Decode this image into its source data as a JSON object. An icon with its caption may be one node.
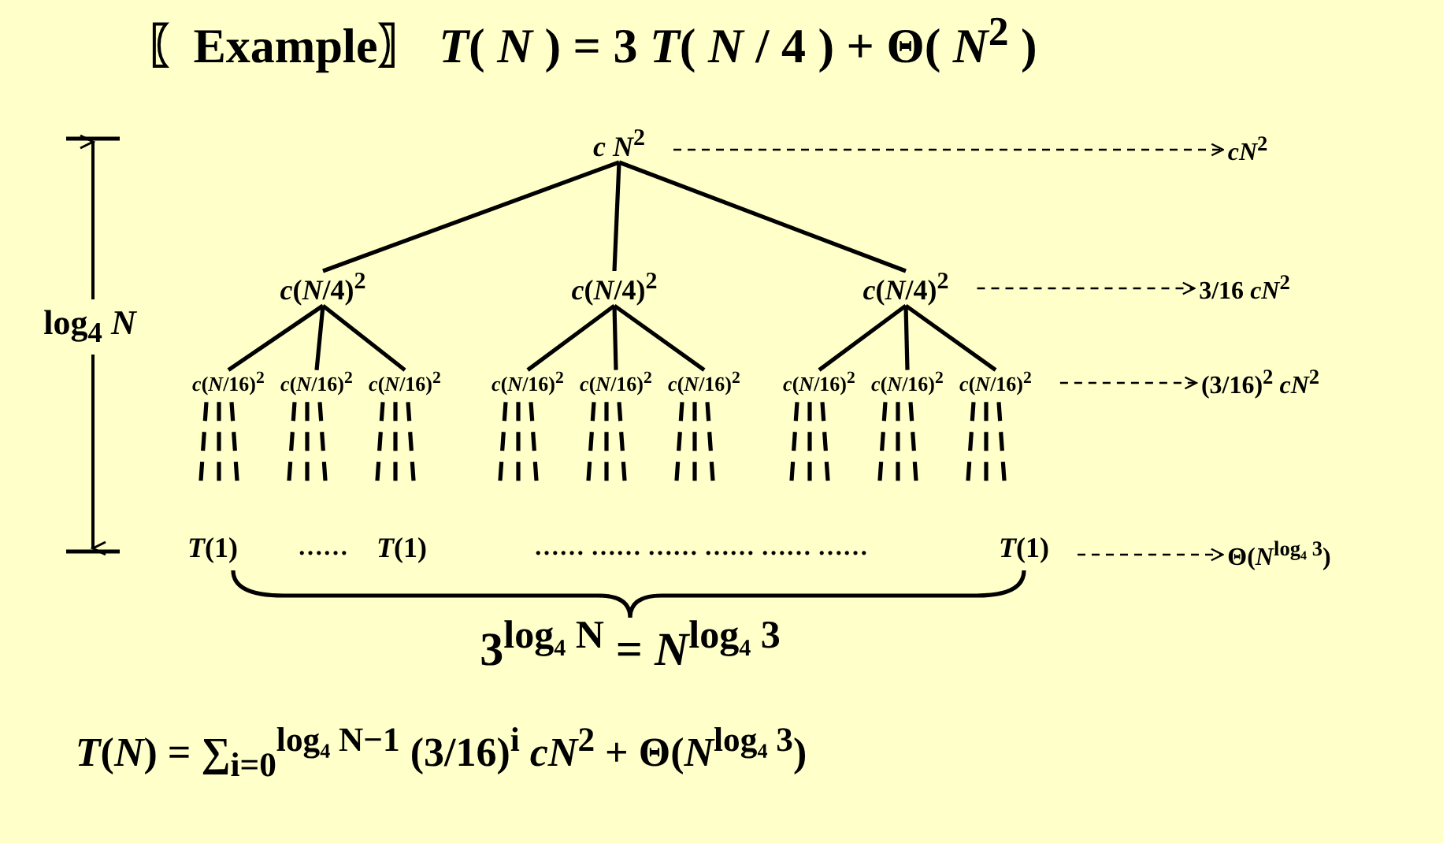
{
  "diagram": {
    "title": "〖Example〗 *T*( *N* ) = 3 *T*( *N* / 4 ) + Θ( *N*$^{2}$ )",
    "nodes": [
      {
        "text": [
          "*c N*$^{2}$"
        ]
      },
      {
        "text": [
          "*c*(*N*/4)$^{2}$"
        ]
      },
      {
        "text": [
          "*c*(*N*/4)$^{2}$"
        ]
      },
      {
        "text": [
          "*c*(*N*/4)$^{2}$"
        ]
      },
      {
        "text": [
          "*c*(*N*/16)$^{2}$"
        ]
      },
      {
        "text": [
          "*c*(*N*/16)$^{2}$"
        ]
      },
      {
        "text": [
          "*c*(*N*/16)$^{2}$"
        ]
      },
      {
        "text": [
          "*c*(*N*/16)$^{2}$"
        ]
      },
      {
        "text": [
          "*c*(*N*/16)$^{2}$"
        ]
      },
      {
        "text": [
          "*c*(*N*/16)$^{2}$"
        ]
      },
      {
        "text": [
          "*c*(*N*/16)$^{2}$"
        ]
      },
      {
        "text": [
          "*c*(*N*/16)$^{2}$"
        ]
      },
      {
        "text": [
          "*c*(*N*/16)$^{2}$"
        ]
      },
      {
        "text": [
          "*T*(1)"
        ]
      },
      {
        "text": [
          "*T*(1)"
        ]
      },
      {
        "text": [
          "*T*(1)"
        ]
      },
      {
        "text": [
          "*cN*$^{2}$"
        ]
      },
      {
        "text": [
          "3/16 *cN*$^{2}$"
        ]
      },
      {
        "text": [
          "(3/16)$^{2}$ *cN*$^{2}$"
        ]
      },
      {
        "text": [
          "Θ(*N*$^{log₄ 3}$)"
        ]
      }
    ],
    "edges": [
      {
        "from": 0,
        "to": 1,
        "arrow": "none"
      },
      {
        "from": 0,
        "to": 2,
        "arrow": "none"
      },
      {
        "from": 0,
        "to": 3,
        "arrow": "none"
      },
      {
        "from": 1,
        "to": 4,
        "arrow": "none"
      },
      {
        "from": 1,
        "to": 5,
        "arrow": "none"
      },
      {
        "from": 1,
        "to": 6,
        "arrow": "none"
      },
      {
        "from": 2,
        "to": 7,
        "arrow": "none"
      },
      {
        "from": 2,
        "to": 8,
        "arrow": "none"
      },
      {
        "from": 2,
        "to": 9,
        "arrow": "none"
      },
      {
        "from": 3,
        "to": 10,
        "arrow": "none"
      },
      {
        "from": 3,
        "to": 11,
        "arrow": "none"
      },
      {
        "from": 3,
        "to": 12,
        "arrow": "none"
      },
      {
        "from": 0,
        "to": 16,
        "arrow": "to",
        "style": "dashed"
      },
      {
        "from": 3,
        "to": 17,
        "arrow": "to",
        "style": "dashed"
      },
      {
        "from": 12,
        "to": 18,
        "arrow": "to",
        "style": "dashed"
      },
      {
        "from": 15,
        "to": 19,
        "arrow": "to",
        "style": "dashed"
      },
      {
        "from": 4,
        "to": null,
        "arrow": "none",
        "style": "dashed"
      },
      {
        "from": 4,
        "to": null,
        "arrow": "none",
        "style": "dashed"
      },
      {
        "from": 4,
        "to": null,
        "arrow": "none",
        "style": "dashed"
      },
      {
        "from": 5,
        "to": null,
        "arrow": "none",
        "style": "dashed"
      },
      {
        "from": 5,
        "to": null,
        "arrow": "none",
        "style": "dashed"
      },
      {
        "from": 5,
        "to": null,
        "arrow": "none",
        "style": "dashed"
      },
      {
        "from": 6,
        "to": null,
        "arrow": "none",
        "style": "dashed"
      },
      {
        "from": 6,
        "to": null,
        "arrow": "none",
        "style": "dashed"
      },
      {
        "from": 6,
        "to": null,
        "arrow": "none",
        "style": "dashed"
      },
      {
        "from": 7,
        "to": null,
        "arrow": "none",
        "style": "dashed"
      },
      {
        "from": 7,
        "to": null,
        "arrow": "none",
        "style": "dashed"
      },
      {
        "from": 7,
        "to": null,
        "arrow": "none",
        "style": "dashed"
      },
      {
        "from": 8,
        "to": null,
        "arrow": "none",
        "style": "dashed"
      },
      {
        "from": 8,
        "to": null,
        "arrow": "none",
        "style": "dashed"
      },
      {
        "from": 8,
        "to": null,
        "arrow": "none",
        "style": "dashed"
      },
      {
        "from": 9,
        "to": null,
        "arrow": "none",
        "style": "dashed"
      },
      {
        "from": 9,
        "to": null,
        "arrow": "none",
        "style": "dashed"
      },
      {
        "from": 9,
        "to": null,
        "arrow": "none",
        "style": "dashed"
      },
      {
        "from": 10,
        "to": null,
        "arrow": "none",
        "style": "dashed"
      },
      {
        "from": 10,
        "to": null,
        "arrow": "none",
        "style": "dashed"
      },
      {
        "from": 10,
        "to": null,
        "arrow": "none",
        "style": "dashed"
      },
      {
        "from": 11,
        "to": null,
        "arrow": "none",
        "style": "dashed"
      },
      {
        "from": 11,
        "to": null,
        "arrow": "none",
        "style": "dashed"
      },
      {
        "from": 11,
        "to": null,
        "arrow": "none",
        "style": "dashed"
      },
      {
        "from": 12,
        "to": null,
        "arrow": "none",
        "style": "dashed"
      },
      {
        "from": 12,
        "to": null,
        "arrow": "none",
        "style": "dashed"
      },
      {
        "from": 12,
        "to": null,
        "arrow": "none",
        "style": "dashed"
      }
    ],
    "labels": [
      "log$_{4}$ *N*",
      "……",
      "…… …… …… …… …… ……",
      "3$^{log₄ N}$ = *N*$^{log₄ 3}$",
      "*T*(*N*) = ∑$_{i=0}$$^{log₄ N−1}$ (3/16)$^{i}$ *cN*$^{2}$ + Θ(*N*$^{log₄ 3}$)"
    ]
  }
}
